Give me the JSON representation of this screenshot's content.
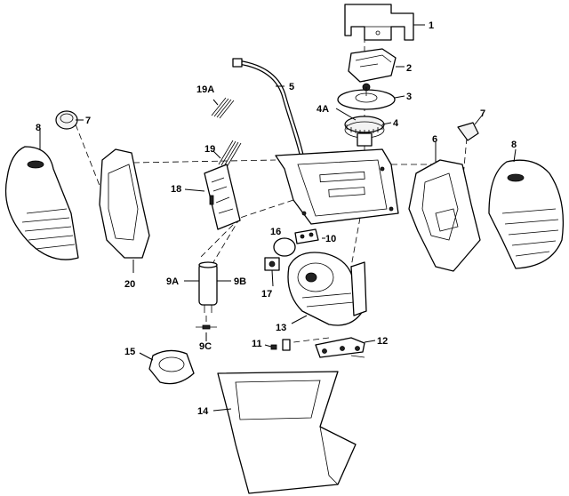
{
  "callouts": {
    "c1": "1",
    "c2": "2",
    "c3": "3",
    "c4": "4",
    "c4a": "4A",
    "c5": "5",
    "c6": "6",
    "c7_left": "7",
    "c7_right": "7",
    "c8_left": "8",
    "c8_right": "8",
    "c9a": "9A",
    "c9b": "9B",
    "c9c": "9C",
    "c10": "10",
    "c11": "11",
    "c12": "12",
    "c13": "13",
    "c14": "14",
    "c15": "15",
    "c16": "16",
    "c17": "17",
    "c18": "18",
    "c19": "19",
    "c19a": "19A",
    "c20": "20"
  }
}
